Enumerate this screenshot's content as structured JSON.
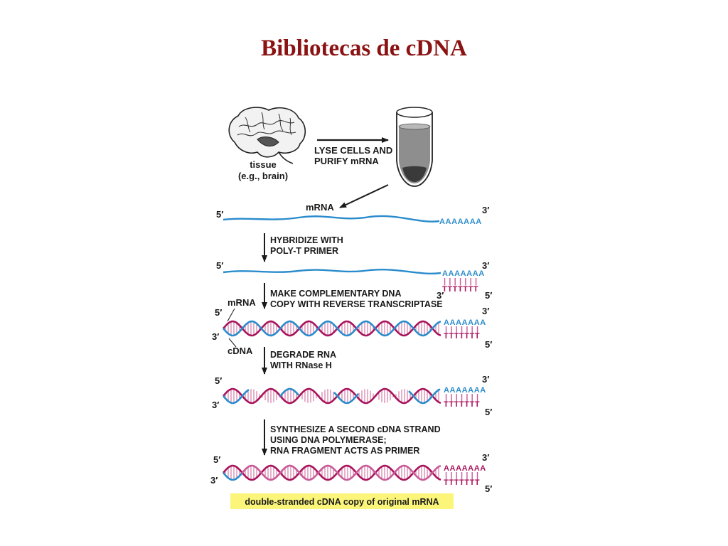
{
  "title": "Bibliotecas de cDNA",
  "labels": {
    "tissue_1": "tissue",
    "tissue_2": "(e.g., brain)",
    "lyse_1": "LYSE CELLS AND",
    "lyse_2": "PURIFY mRNA",
    "mrna": "mRNA",
    "cdna": "cDNA",
    "five_prime": "5′",
    "three_prime": "3′",
    "poly_a": "AAAAAAA",
    "poly_t": "TTTTTTT",
    "bars": "| | | | | | |"
  },
  "steps": [
    {
      "line1": "HYBRIDIZE WITH",
      "line2": "POLY-T PRIMER"
    },
    {
      "line1": "MAKE COMPLEMENTARY DNA",
      "line2": "COPY WITH REVERSE TRANSCRIPTASE"
    },
    {
      "line1": "DEGRADE RNA",
      "line2": "WITH RNase H"
    },
    {
      "line1": "SYNTHESIZE A SECOND cDNA STRAND",
      "line2": "USING DNA POLYMERASE;",
      "line3": "RNA FRAGMENT ACTS AS PRIMER"
    }
  ],
  "caption": "double-stranded cDNA copy of original mRNA",
  "colors": {
    "title": "#8b1212",
    "mrna_strand": "#2a8ccc",
    "cdna_strand": "#a8145c",
    "second_strand": "#c85a98",
    "caption_bg": "#fbf57a"
  },
  "icons": [
    "brain-icon",
    "test-tube-icon"
  ]
}
